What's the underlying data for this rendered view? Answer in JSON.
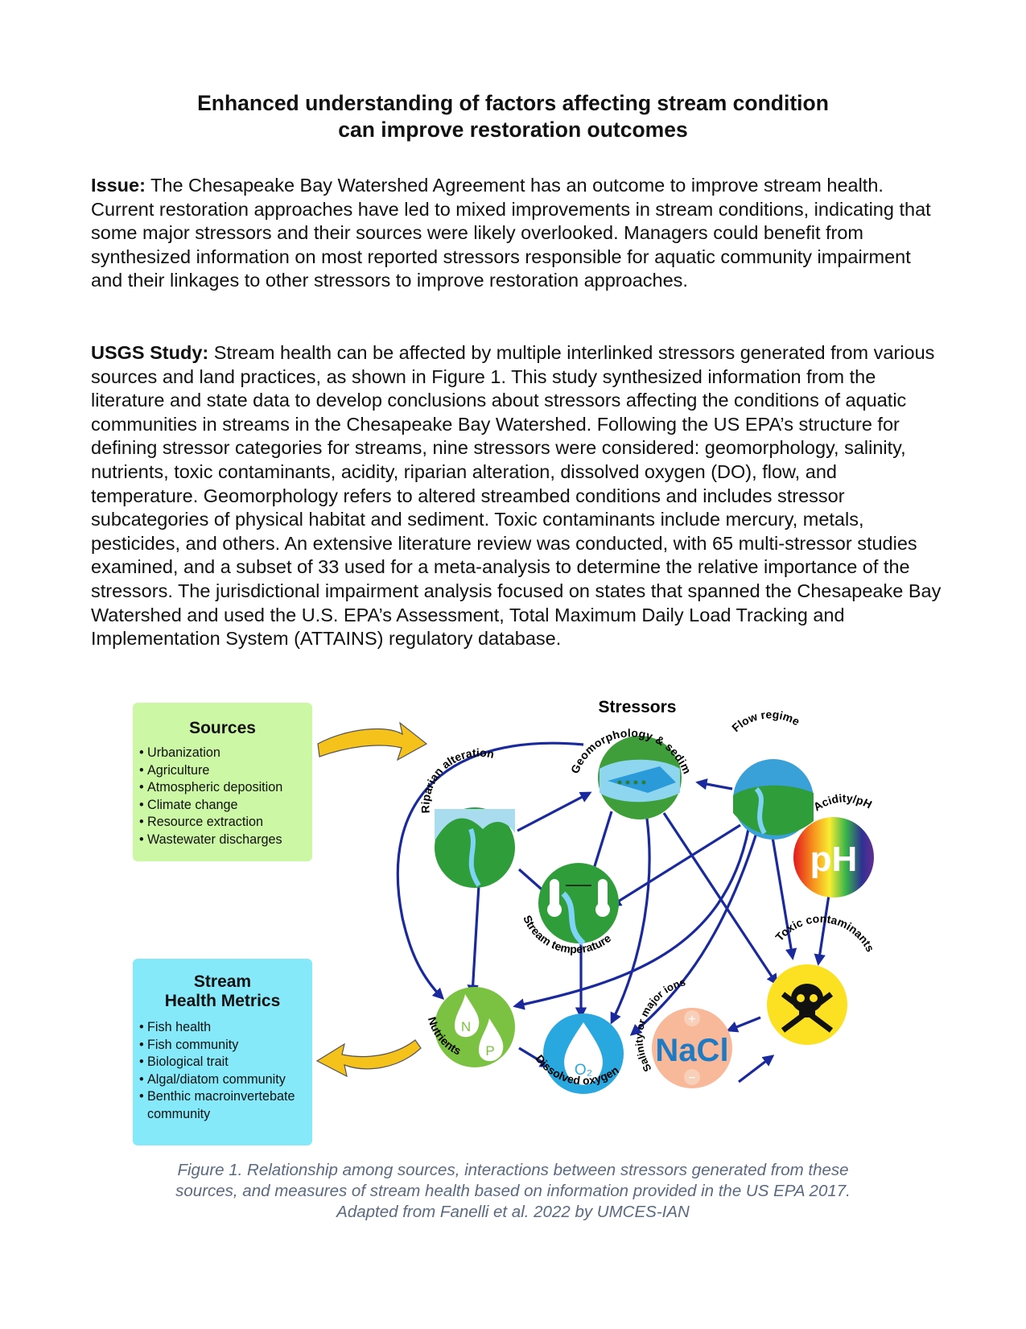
{
  "title": {
    "line1": "Enhanced understanding of factors affecting stream condition",
    "line2": "can improve restoration outcomes"
  },
  "issue": {
    "label": "Issue:",
    "text": " The Chesapeake Bay Watershed Agreement has an outcome to improve stream health. Current restoration approaches have led to mixed improvements in stream conditions, indicating that some major stressors and their sources were likely overlooked. Managers could benefit from synthesized information on most reported stressors responsible for aquatic community impairment and their linkages to other stressors to improve restoration approaches."
  },
  "study": {
    "label": "USGS Study:",
    "text": " Stream health can be affected by multiple interlinked stressors generated from various sources and land practices, as shown in Figure 1. This study synthesized information from the literature and state data to develop conclusions about stressors affecting the conditions of aquatic communities in streams in the Chesapeake Bay Watershed. Following the US EPA’s structure for defining stressor categories for streams, nine stressors were considered: geomorphology, salinity, nutrients, toxic contaminants, acidity, riparian alteration, dissolved oxygen (DO), flow, and temperature. Geomorphology refers to altered streambed conditions and includes stressor subcategories of physical habitat and sediment. Toxic contaminants include mercury, metals, pesticides, and others. An extensive literature review was conducted, with 65 multi-stressor studies examined, and a subset of 33 used for a meta-analysis to determine the relative importance of the stressors. The jurisdictional impairment analysis focused on states that spanned the Chesapeake Bay Watershed and used the U.S. EPA’s Assessment, Total Maximum Daily Load Tracking and Implementation System (ATTAINS) regulatory database."
  },
  "figure": {
    "sources": {
      "heading": "Sources",
      "items": [
        "Urbanization",
        "Agriculture",
        "Atmospheric deposition",
        "Climate change",
        "Resource extraction",
        "Wastewater discharges"
      ]
    },
    "metrics": {
      "heading_line1": "Stream",
      "heading_line2": "Health Metrics",
      "items": [
        "Fish health",
        "Fish community",
        "Biological trait",
        "Algal/diatom community",
        "Benthic macroinvertebate community"
      ]
    },
    "stressors_heading": "Stressors",
    "nodes": {
      "geomorphology": "Geomorphology & sediment",
      "flow": "Flow regime",
      "riparian": "Riparian alteration",
      "acidity": "Acidity/pH",
      "temperature": "Stream temperature",
      "toxic": "Toxic contaminants",
      "nutrients": "Nutrients",
      "dissolved_oxygen": "Dissolved oxygen",
      "salinity": "Salinity or major ions"
    },
    "icon_text": {
      "ph": "pH",
      "nacl": "NaCl",
      "n": "N",
      "p": "P",
      "o2": "O₂",
      "plus": "+",
      "minus": "−"
    },
    "colors": {
      "arrow": "#1a2a9c",
      "sources_bg": "#ccf7a4",
      "metrics_bg": "#86e9fa",
      "big_arrow": "#f5c21b"
    }
  },
  "caption": {
    "line1": "Figure 1. Relationship among sources, interactions between stressors generated from these",
    "line2": "sources, and measures of stream health based on information provided in the US EPA 2017.",
    "line3": "Adapted from Fanelli et al. 2022 by UMCES-IAN"
  }
}
